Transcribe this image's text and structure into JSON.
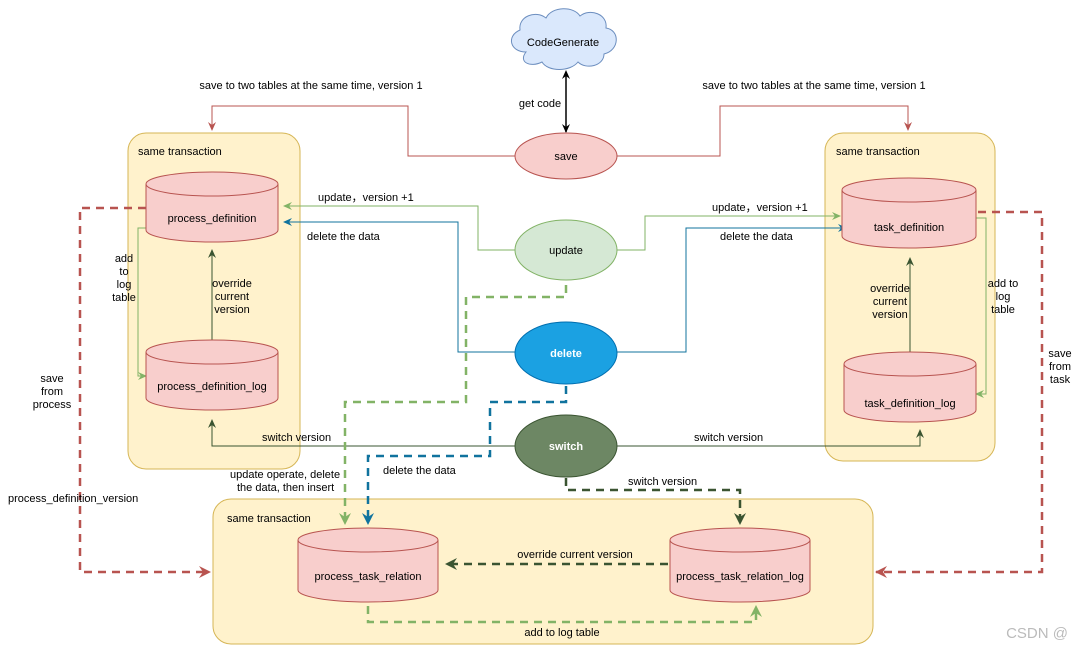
{
  "cloud": {
    "label": "CodeGenerate"
  },
  "ellipses": {
    "save": "save",
    "update": "update",
    "delete": "delete",
    "switch": "switch"
  },
  "groups": {
    "left": "same transaction",
    "right": "same transaction",
    "bottom": "same transaction"
  },
  "cylinders": {
    "process_definition": "process_definition",
    "process_definition_log": "process_definition_log",
    "task_definition": "task_definition",
    "task_definition_log": "task_definition_log",
    "process_task_relation": "process_task_relation",
    "process_task_relation_log": "process_task_relation_log"
  },
  "labels": {
    "get_code": "get code",
    "save_left": "save to two tables at the same time, version 1",
    "save_right": "save to two tables at the same time, version 1",
    "update_left": "update，version +1",
    "update_right": "update，version +1",
    "delete_left": "delete the data",
    "delete_right": "delete the data",
    "add_to_log_left": [
      "add",
      "to",
      "log",
      "table"
    ],
    "override_left": [
      "override",
      "current",
      "version"
    ],
    "override_right": [
      "override",
      "current",
      "version"
    ],
    "add_to_log_right": [
      "add to",
      "log",
      "table"
    ],
    "save_from_process": [
      "save",
      "from",
      "process"
    ],
    "save_from_task": [
      "save",
      "from",
      "task"
    ],
    "process_definition_version": "process_definition_version",
    "switch_version_left": "switch version",
    "switch_version_right": "switch version",
    "switch_version_bottom": "switch version",
    "update_operate": [
      "update operate, delete",
      "the data, then insert"
    ],
    "delete_the_data_bottom": "delete the data",
    "override_bottom": "override current version",
    "add_to_log_bottom": "add to log table"
  },
  "watermark": "CSDN @",
  "colors": {
    "red": "#b85450",
    "light_green": "#82b366",
    "blue": "#10739e",
    "dark_green": "#3a5431",
    "dashed_green": "#82b366",
    "dashed_red": "#b85450"
  }
}
